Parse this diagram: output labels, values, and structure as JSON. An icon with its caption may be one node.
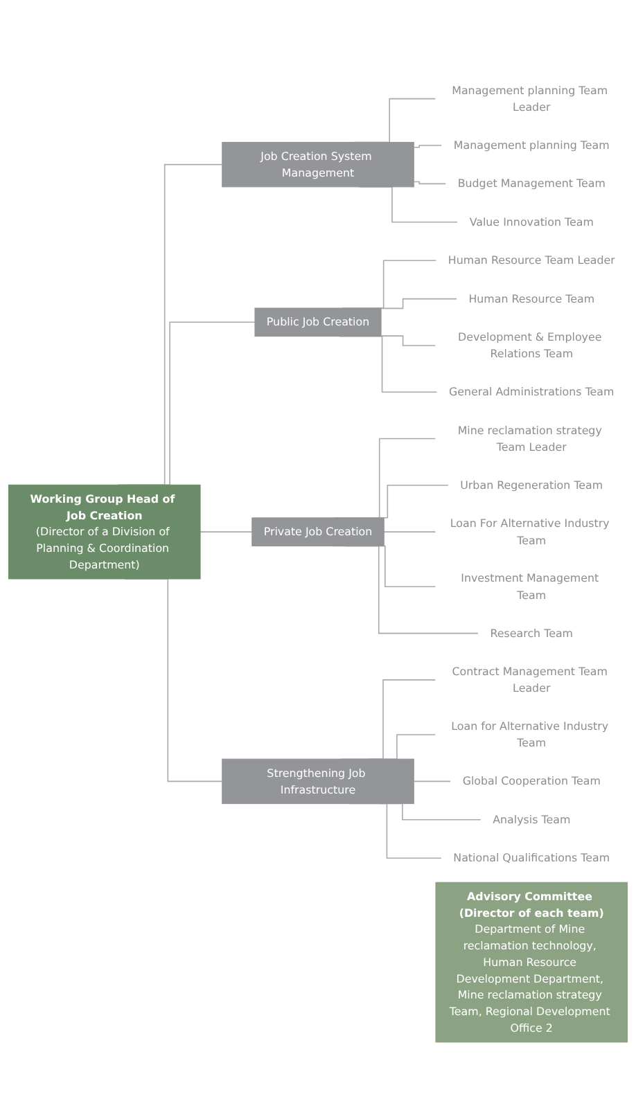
{
  "diagram": {
    "nodes": [
      {
        "text": [
          "Working Group Head of Job Creation",
          "(Director of a Division of Planning & Coordination Department)"
        ]
      },
      {
        "text": [
          "Advisory Committee (Director of each team)",
          "Department of Mine reclamation technology, Human Resource Development Department, Mine reclamation strategy Team, Regional Development Office 2"
        ]
      },
      {
        "text": [
          "Job Creation System Management"
        ]
      },
      {
        "text": [
          "Management planning Team Leader"
        ]
      },
      {
        "text": [
          "Management planning Team"
        ]
      },
      {
        "text": [
          "Budget Management Team"
        ]
      },
      {
        "text": [
          "Value Innovation Team"
        ]
      },
      {
        "text": [
          "Public Job Creation"
        ]
      },
      {
        "text": [
          "Human Resource Team Leader"
        ]
      },
      {
        "text": [
          "Human Resource Team"
        ]
      },
      {
        "text": [
          "Development & Employee Relations Team"
        ]
      },
      {
        "text": [
          "General Administrations Team"
        ]
      },
      {
        "text": [
          "Private Job Creation"
        ]
      },
      {
        "text": [
          "Mine reclamation strategy Team Leader"
        ]
      },
      {
        "text": [
          "Urban Regeneration Team"
        ]
      },
      {
        "text": [
          "Loan For Alternative Industry Team"
        ]
      },
      {
        "text": [
          "Investment Management Team"
        ]
      },
      {
        "text": [
          "Research Team"
        ]
      },
      {
        "text": [
          "Strengthening Job Infrastructure"
        ]
      },
      {
        "text": [
          "Contract Management Team Leader"
        ]
      },
      {
        "text": [
          "Loan for Alternative Industry Team"
        ]
      },
      {
        "text": [
          "Global Cooperation Team"
        ]
      },
      {
        "text": [
          "Analysis Team"
        ]
      },
      {
        "text": [
          "National Qualifications Team"
        ]
      }
    ],
    "edges": [
      {
        "from": 0,
        "to": 2,
        "arrow": "none"
      },
      {
        "from": 0,
        "to": 7,
        "arrow": "none"
      },
      {
        "from": 0,
        "to": 12,
        "arrow": "none"
      },
      {
        "from": 0,
        "to": 18,
        "arrow": "none"
      },
      {
        "from": 2,
        "to": 3,
        "arrow": "none"
      },
      {
        "from": 2,
        "to": 4,
        "arrow": "none"
      },
      {
        "from": 2,
        "to": 5,
        "arrow": "none"
      },
      {
        "from": 2,
        "to": 6,
        "arrow": "none"
      },
      {
        "from": 7,
        "to": 8,
        "arrow": "none"
      },
      {
        "from": 7,
        "to": 9,
        "arrow": "none"
      },
      {
        "from": 7,
        "to": 10,
        "arrow": "none"
      },
      {
        "from": 7,
        "to": 11,
        "arrow": "none"
      },
      {
        "from": 12,
        "to": 13,
        "arrow": "none"
      },
      {
        "from": 12,
        "to": 14,
        "arrow": "none"
      },
      {
        "from": 12,
        "to": 15,
        "arrow": "none"
      },
      {
        "from": 12,
        "to": 16,
        "arrow": "none"
      },
      {
        "from": 12,
        "to": 17,
        "arrow": "none"
      },
      {
        "from": 18,
        "to": 19,
        "arrow": "none"
      },
      {
        "from": 18,
        "to": 20,
        "arrow": "none"
      },
      {
        "from": 18,
        "to": 21,
        "arrow": "none"
      },
      {
        "from": 18,
        "to": 22,
        "arrow": "none"
      },
      {
        "from": 18,
        "to": 23,
        "arrow": "none"
      }
    ]
  }
}
